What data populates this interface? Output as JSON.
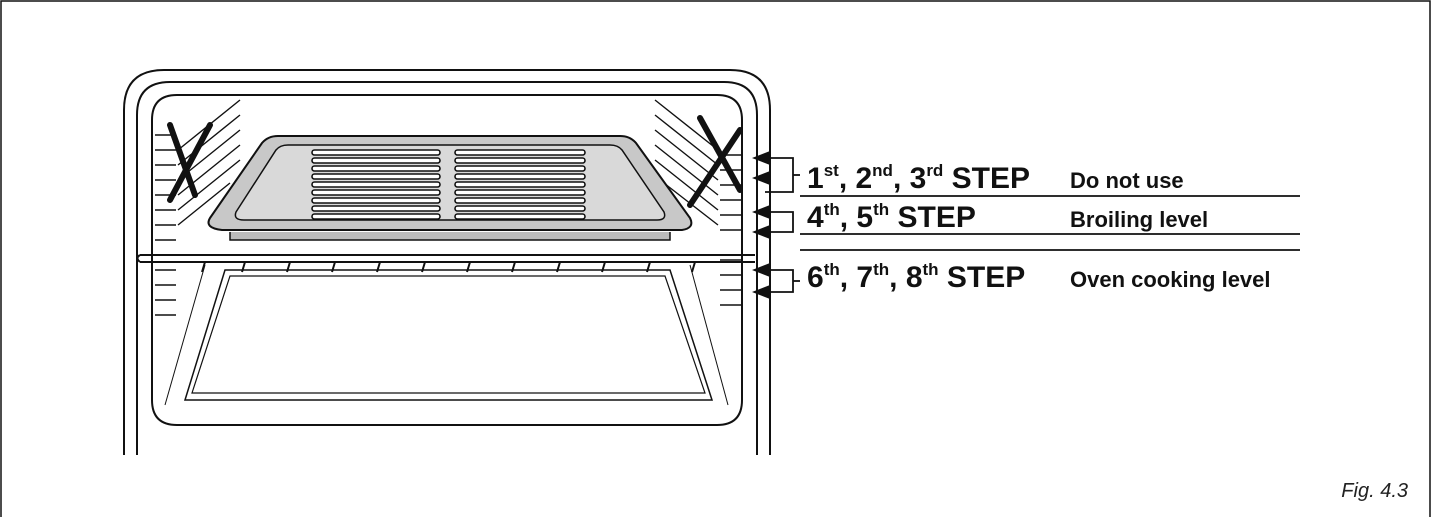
{
  "figure_caption": "Fig. 4.3",
  "levels": [
    {
      "steps": [
        {
          "num": "1",
          "suffix": "st",
          "sep": ", "
        },
        {
          "num": "2",
          "suffix": "nd",
          "sep": ", "
        },
        {
          "num": "3",
          "suffix": "rd",
          "sep": " "
        }
      ],
      "step_word": "STEP",
      "usage": "Do not use"
    },
    {
      "steps": [
        {
          "num": "4",
          "suffix": "th",
          "sep": ", "
        },
        {
          "num": "5",
          "suffix": "th",
          "sep": " "
        }
      ],
      "step_word": "STEP",
      "usage": "Broiling level"
    },
    {
      "steps": [
        {
          "num": "6",
          "suffix": "th",
          "sep": ", "
        },
        {
          "num": "7",
          "suffix": "th",
          "sep": ", "
        },
        {
          "num": "8",
          "suffix": "th",
          "sep": " "
        }
      ],
      "step_word": "STEP",
      "usage": "Oven cooking level"
    }
  ],
  "colors": {
    "line": "#111111",
    "tray_fill": "#c8c8c8",
    "tray_inner": "#d9d9d9",
    "background": "#ffffff"
  }
}
